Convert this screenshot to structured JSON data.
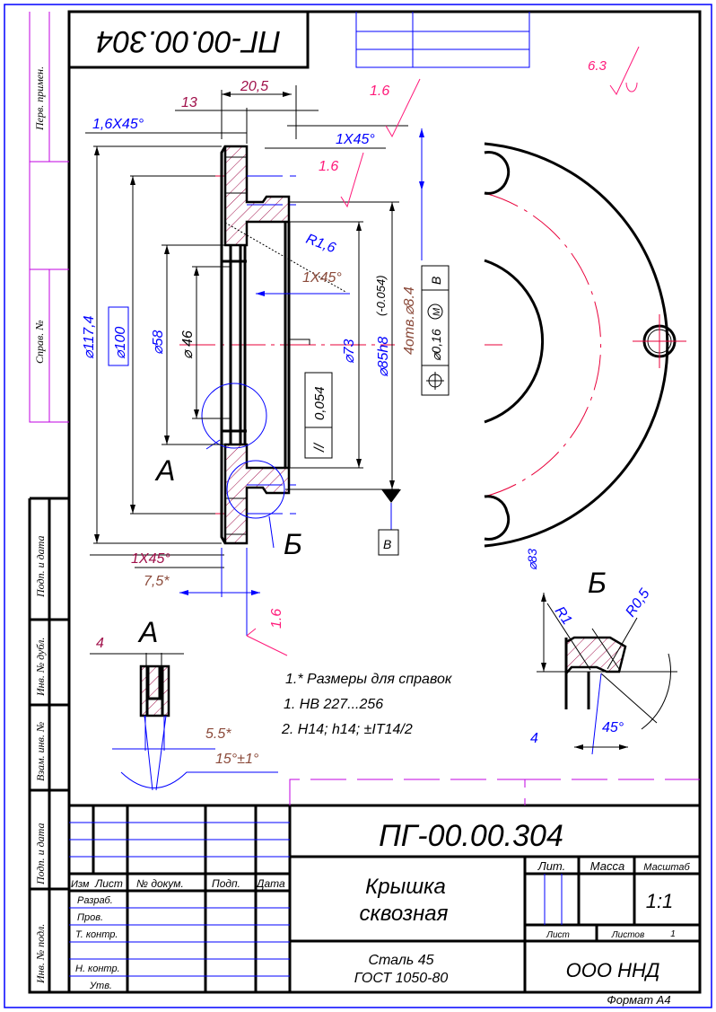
{
  "title_block": {
    "designation": "ПГ-00.00.304",
    "designation_inverted": "ПГ-00.00.304",
    "part_name_line1": "Крышка",
    "part_name_line2": "сквозная",
    "material_line1": "Сталь 45",
    "material_line2": "ГОСТ 1050-80",
    "organization": "ООО   ННД",
    "header": {
      "izm": "Изм",
      "list": "Лист",
      "doc_no": "№ докум.",
      "sign": "Подп.",
      "date": "Дата"
    },
    "roles": [
      "Разраб.",
      "Пров.",
      "Т. контр.",
      "",
      "Н. контр.",
      "Утв."
    ],
    "lit_label": "Лит.",
    "mass_label": "Масса",
    "scale_label": "Масштаб",
    "scale_value": "1:1",
    "sheet_label": "Лист",
    "sheets_label": "Листов",
    "sheets_value": "1",
    "format": "Формат А4"
  },
  "side_stamps": [
    "Перв. примен.",
    "Справ. №",
    "Подп. и дата",
    "Инв. № дубл.",
    "Взам. инв. №",
    "Подп. и дата",
    "Инв. № подл."
  ],
  "dimensions": {
    "width_20_5": "20,5",
    "width_13": "13",
    "chamfer_1_6": "1,6X45°",
    "chamfer_top": "1X45°",
    "rough_top": "1.6",
    "rough_mid": "1.6",
    "rough_bottom": "1.6",
    "rough_general": "6.3",
    "radius_1_6": "R1,6",
    "chamfer_inner": "1X45°",
    "dia_117_4": "⌀117,4",
    "dia_100": "⌀100",
    "dia_58": "⌀58",
    "dia_46": "⌀ 46",
    "dia_73": "⌀73",
    "dia_85": "⌀85h8",
    "dia_85_tol": "(-0.054)",
    "holes": "4отв.⌀8.4",
    "position_tol": "⌀0,16",
    "position_mod": "M",
    "datum_ref": "B",
    "parallel_sym": "//",
    "parallel_tol": "0,054",
    "datum": "B",
    "chamfer_bottom": "1X45°",
    "ref_7_5": "7,5*",
    "dia_83": "⌀83",
    "r1": "R1",
    "r0_5": "R0,5",
    "angle_45": "45°",
    "width_4_b": "4",
    "width_4_a": "4",
    "ref_5_5": "5.5*",
    "angle_15": "15°±1°"
  },
  "views": {
    "a_marker": "A",
    "b_marker": "Б",
    "a_title": "A",
    "b_title": "Б"
  },
  "notes": [
    "1.* Размеры для справок",
    "1.  HB 227...256",
    "2. H14; h14; ±IT14/2"
  ]
}
